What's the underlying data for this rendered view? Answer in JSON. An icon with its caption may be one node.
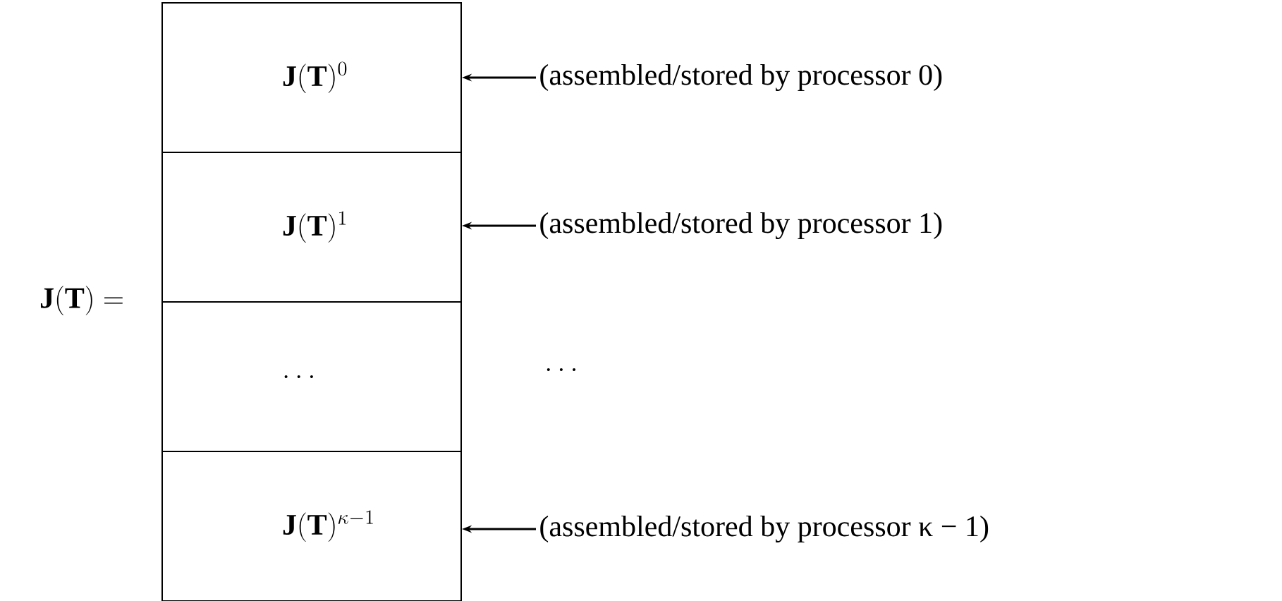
{
  "diagram": {
    "nodes": [
      {
        "text": [
          "\\mathbf{J}(\\mathbf{T})^{0}"
        ]
      },
      {
        "text": [
          "\\mathbf{J}(\\mathbf{T})^{1}"
        ]
      },
      {
        "text": [
          "\\ldots"
        ]
      },
      {
        "text": [
          "\\mathbf{J}(\\mathbf{T})^{\\kappa-1}"
        ]
      },
      {
        "text": [
          "(assembled/stored by processor 0)"
        ]
      },
      {
        "text": [
          "(assembled/stored by processor 1)"
        ]
      },
      {
        "text": [
          "(assembled/stored by processor κ − 1)"
        ]
      }
    ],
    "edges": [
      {
        "from": 4,
        "to": 0,
        "arrow": "to"
      },
      {
        "from": 5,
        "to": 1,
        "arrow": "to"
      },
      {
        "from": 6,
        "to": 3,
        "arrow": "to"
      }
    ],
    "labels": [
      "\\mathbf{J}(\\mathbf{T}) =",
      "\\ldots"
    ]
  }
}
